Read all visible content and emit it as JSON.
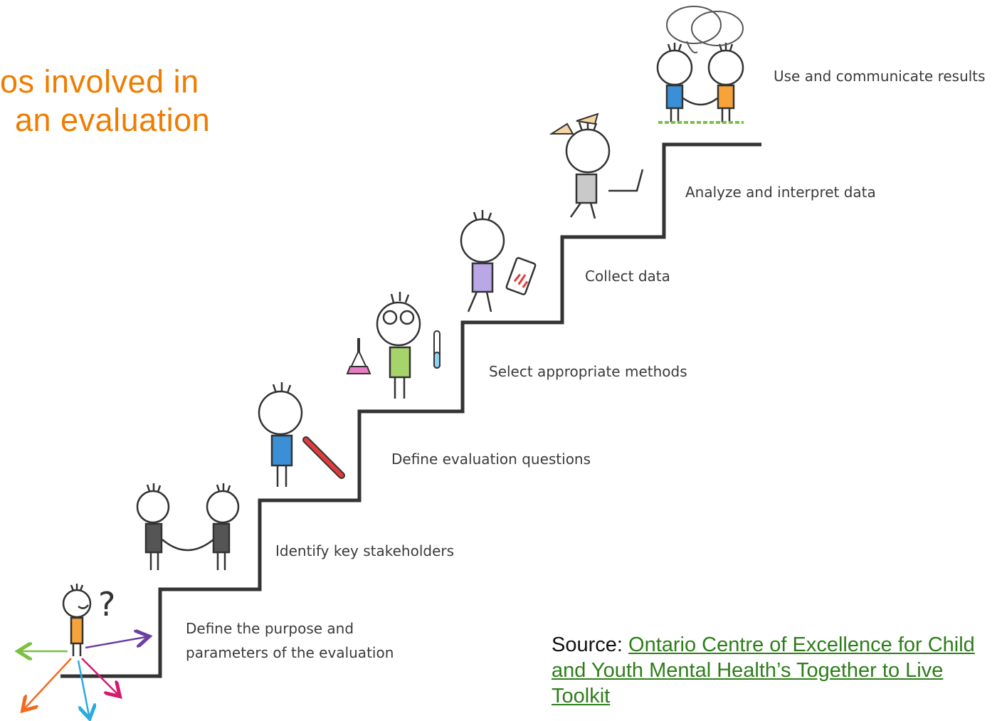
{
  "title": {
    "line1": "os involved in",
    "line2": "an evaluation",
    "color": "#ef7d00"
  },
  "steps": [
    {
      "label": "Define the purpose and"
    },
    {
      "label": "parameters of the evaluation"
    },
    {
      "label": "Identify key stakeholders"
    },
    {
      "label": "Define evaluation questions"
    },
    {
      "label": "Select appropriate methods"
    },
    {
      "label": "Collect data"
    },
    {
      "label": "Analyze and interpret data"
    },
    {
      "label": "Use and communicate results"
    }
  ],
  "source": {
    "prefix": "Source:",
    "link_text": "Ontario Centre of Excellence for Child and Youth Mental Health’s Together to Live Toolkit",
    "link_color": "#2e7d1a"
  },
  "icons": [
    "question-mark-icon",
    "direction-arrows-icon",
    "handshake-icon",
    "pencil-icon",
    "flask-icon",
    "test-tube-icon",
    "tablet-icon",
    "laptop-icon",
    "speech-bubble-icon",
    "paper-boat-icon"
  ]
}
